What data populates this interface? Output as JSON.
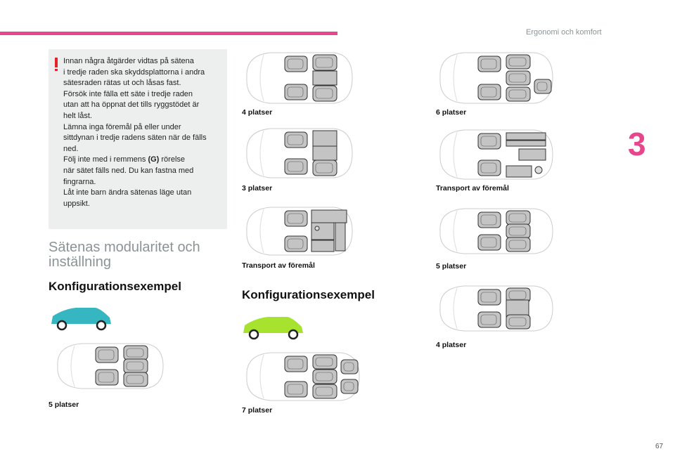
{
  "header": {
    "section_title": "Ergonomi och komfort",
    "chapter_number": "3",
    "page_number": "67"
  },
  "warning": {
    "icon": "exclamation-icon",
    "lines": [
      "Innan några åtgärder vidtas på sätena",
      "i tredje raden ska skyddsplattorna i andra",
      "sätesraden rätas ut och låsas fast.",
      "Försök inte fälla ett säte i tredje raden",
      "utan att ha öppnat det tills ryggstödet är",
      "helt låst.",
      "Lämna inga föremål på eller under",
      "sittdynan i tredje radens säten när de fälls",
      "ned."
    ],
    "line_g_before": "Följ inte med i remmens ",
    "line_g_bold": "(G)",
    "line_g_after": " rörelse",
    "lines_after": [
      "när sätet fälls ned. Du kan fastna med",
      "fingrarna.",
      "Låt inte barn ändra sätenas läge utan",
      "uppsikt."
    ]
  },
  "section": {
    "title_line1": "Sätenas modularitet och",
    "title_line2": "inställning"
  },
  "left": {
    "heading": "Konfigurationsexempel",
    "car_color": "#35b6c0",
    "config_label": "5 platser"
  },
  "middle": {
    "labels": [
      "4 platser",
      "3 platser",
      "Transport av föremål"
    ],
    "heading": "Konfigurationsexempel",
    "car_color": "#a6e22e",
    "config_label": "7 platser"
  },
  "right": {
    "labels": [
      "6 platser",
      "Transport av föremål",
      "5 platser",
      "4 platser"
    ]
  },
  "colors": {
    "accent": "#e8468c",
    "warning": "#e2232a"
  }
}
